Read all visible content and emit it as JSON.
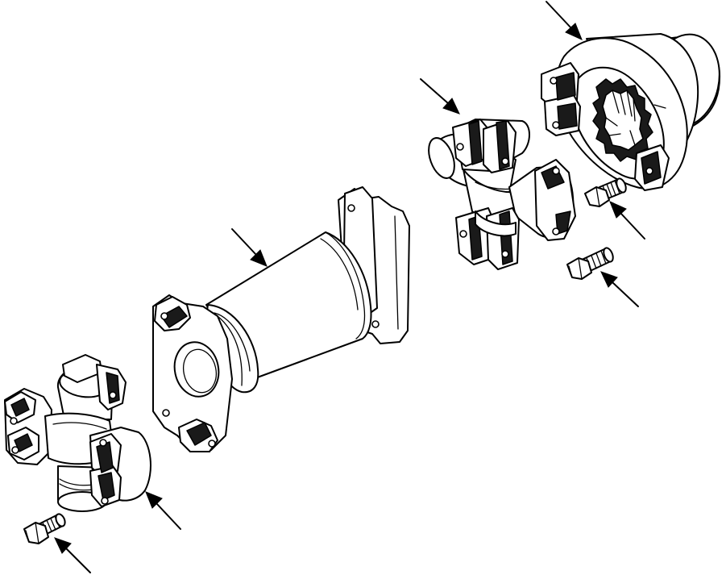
{
  "diagram": {
    "type": "exploded-view",
    "colors": {
      "line": "#000000",
      "background": "#ffffff"
    },
    "parts": [
      {
        "id": "flange-yoke",
        "kind": "splined flange yoke"
      },
      {
        "id": "upper-cross",
        "kind": "universal joint cross and bearing"
      },
      {
        "id": "upper-bolt-1",
        "kind": "bolt"
      },
      {
        "id": "upper-bolt-2",
        "kind": "bolt"
      },
      {
        "id": "drive-shaft",
        "kind": "drive shaft tube with yokes"
      },
      {
        "id": "lower-cross",
        "kind": "universal joint cross and bearing"
      },
      {
        "id": "lower-bolt",
        "kind": "bolt"
      }
    ],
    "callout_arrows": 7
  }
}
